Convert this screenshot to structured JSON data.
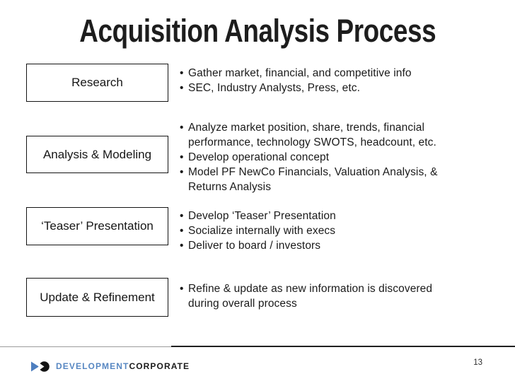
{
  "slide": {
    "title": "Acquisition Analysis Process",
    "bullet_char": "•",
    "rows": [
      {
        "box": "Research",
        "bullets": [
          "Gather market, financial, and competitive info",
          "SEC, Industry Analysts, Press, etc."
        ]
      },
      {
        "box": "Analysis & Modeling",
        "bullets": [
          "Analyze market position, share, trends, financial\nperformance, technology SWOTS, headcount, etc.",
          "Develop operational concept",
          "Model PF NewCo Financials, Valuation Analysis, &\nReturns Analysis"
        ]
      },
      {
        "box": "‘Teaser’ Presentation",
        "bullets": [
          "Develop ‘Teaser’ Presentation",
          "Socialize internally with execs",
          "Deliver to board / investors"
        ]
      },
      {
        "box": "Update & Refinement",
        "bullets": [
          "Refine & update as new information is discovered\nduring overall process"
        ]
      }
    ],
    "footer": {
      "logo_text_primary": "DEVELOPMENT",
      "logo_text_secondary": "CORPORATE"
    },
    "page_number": "13",
    "colors": {
      "logo_blue": "#4d7ebf",
      "logo_text_blue": "#5787c2",
      "text": "#1a1a1a",
      "divider_gray": "#9c9c9c",
      "divider_dark": "#1f1f1f"
    }
  }
}
